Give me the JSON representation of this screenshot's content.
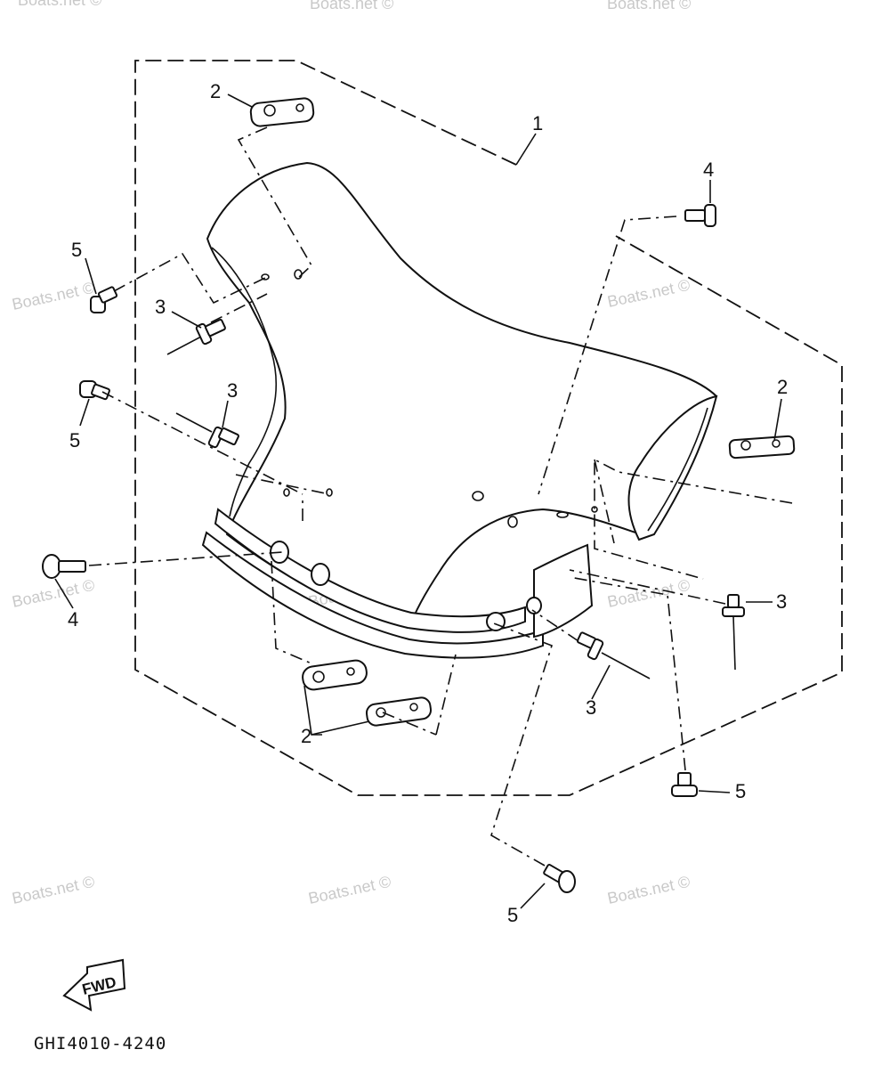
{
  "diagram": {
    "drawing_code": "GHI4010-4240",
    "fwd_label": "FWD",
    "watermark": "Boats.net ©",
    "callouts": {
      "part_1": "1",
      "part_2": "2",
      "part_3": "3",
      "part_4": "4",
      "part_5": "5"
    }
  }
}
